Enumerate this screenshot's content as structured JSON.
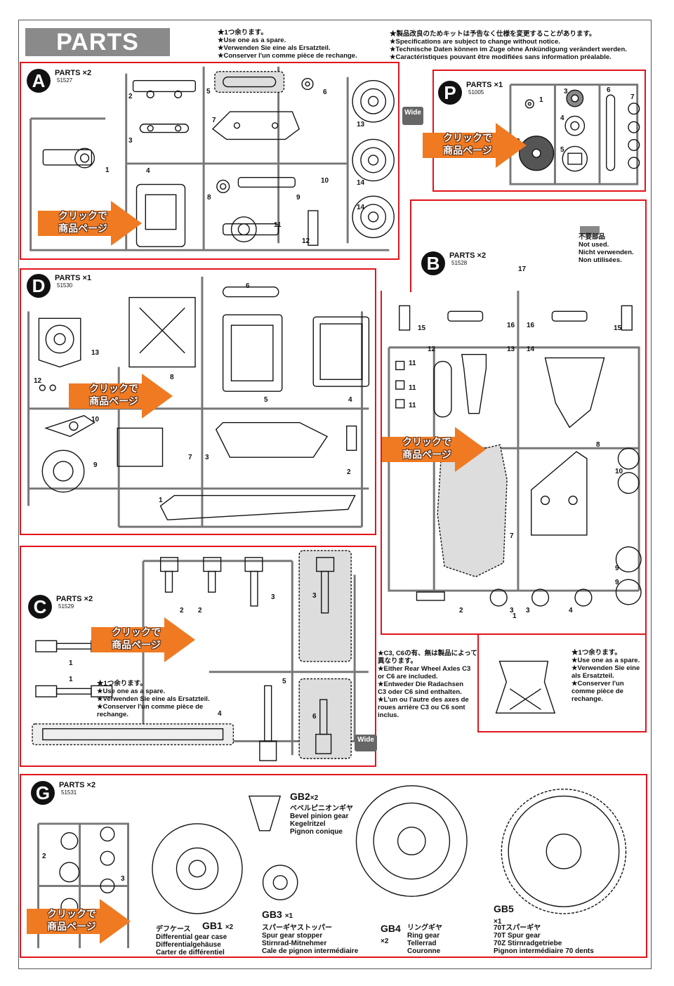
{
  "header": {
    "title": "PARTS"
  },
  "spare_note": [
    "★1つ余ります。",
    "★Use one as a spare.",
    "★Verwenden Sie eine als Ersatzteil.",
    "★Conserver l'un comme pièce de rechange."
  ],
  "spec_note": [
    "★製品改良のためキットは予告なく仕様を変更することがあります。",
    "★Specifications are subject to change without notice.",
    "★Technische Daten können im Zuge ohne Ankündigung verändert werden.",
    "★Caractéristiques pouvant être modifiées sans information préalable."
  ],
  "link_label": [
    "クリックで",
    "商品ページ"
  ],
  "wide_label": "Wide",
  "sections": {
    "A": {
      "letter": "A",
      "qty": "PARTS ×2",
      "num": "51527",
      "parts": [
        "1",
        "2",
        "3",
        "4",
        "5",
        "6",
        "7",
        "8",
        "9",
        "10",
        "11",
        "12",
        "13",
        "14",
        "14"
      ]
    },
    "P": {
      "letter": "P",
      "qty": "PARTS ×1",
      "num": "51005",
      "parts": [
        "1",
        "2",
        "3",
        "4",
        "5",
        "6",
        "7"
      ]
    },
    "D": {
      "letter": "D",
      "qty": "PARTS ×1",
      "num": "51530",
      "parts": [
        "1",
        "2",
        "3",
        "4",
        "5",
        "6",
        "7",
        "8",
        "9",
        "10",
        "12",
        "13"
      ]
    },
    "B": {
      "letter": "B",
      "qty": "PARTS ×2",
      "num": "51528",
      "parts": [
        "1",
        "2",
        "3",
        "3",
        "4",
        "7",
        "8",
        "9",
        "9",
        "10",
        "11",
        "11",
        "11",
        "12",
        "13",
        "14",
        "15",
        "15",
        "16",
        "16",
        "17"
      ],
      "unused_note": [
        "不要部品",
        "Not used.",
        "Nicht verwenden.",
        "Non utilisées."
      ],
      "spare_note": [
        "★1つ余ります。",
        "★Use one as a spare.",
        "★Verwenden Sie eine",
        "als Ersatzteil.",
        "★Conserver l'un",
        "comme pièce de",
        "rechange."
      ]
    },
    "C": {
      "letter": "C",
      "qty": "PARTS ×2",
      "num": "51529",
      "parts": [
        "1",
        "1",
        "2",
        "2",
        "3",
        "3",
        "4",
        "5",
        "6"
      ],
      "spare_note": [
        "★1つ余ります。",
        "★Use one as a spare.",
        "★Verwenden Sie eine als Ersatzteil.",
        "★Conserver l'un comme pièce de",
        "rechange."
      ],
      "axle_note": [
        "★C3, C6の有、無は製品によって",
        "異なります。",
        "★Either Rear Wheel Axles C3",
        "or C6 are included.",
        "★Entweder Die Radachsen",
        "C3 oder C6 sind enthalten.",
        "★L'un ou l'autre des axes de",
        "roues arrière C3 ou C6 sont",
        "inclus."
      ]
    },
    "G": {
      "letter": "G",
      "qty": "PARTS ×2",
      "num": "51531",
      "parts": [
        "2",
        "3"
      ]
    }
  },
  "gears": {
    "gb1": {
      "code": "GB1",
      "qty": "×2",
      "lines": [
        "デフケース",
        "Differential gear case",
        "Differentialgehäuse",
        "Carter de différentiel"
      ]
    },
    "gb2": {
      "code": "GB2",
      "qty": "×2",
      "lines": [
        "ベベルピニオンギヤ",
        "Bevel pinion gear",
        "Kegelritzel",
        "Pignon conique"
      ]
    },
    "gb3": {
      "code": "GB3",
      "qty": "×1",
      "lines": [
        "スパーギヤストッパー",
        "Spur gear stopper",
        "Stirnrad-Mitnehmer",
        "Cale de pignon intermédiaire"
      ]
    },
    "gb4": {
      "code": "GB4",
      "qty": "×2",
      "lines": [
        "リングギヤ",
        "Ring gear",
        "Tellerrad",
        "Couronne"
      ]
    },
    "gb5": {
      "code": "GB5",
      "qty": "×1",
      "lines": [
        "70Tスパーギヤ",
        "70T Spur gear",
        "70Z Stirnradgetriebe",
        "Pignon intermédiaire 70 dents"
      ]
    }
  }
}
